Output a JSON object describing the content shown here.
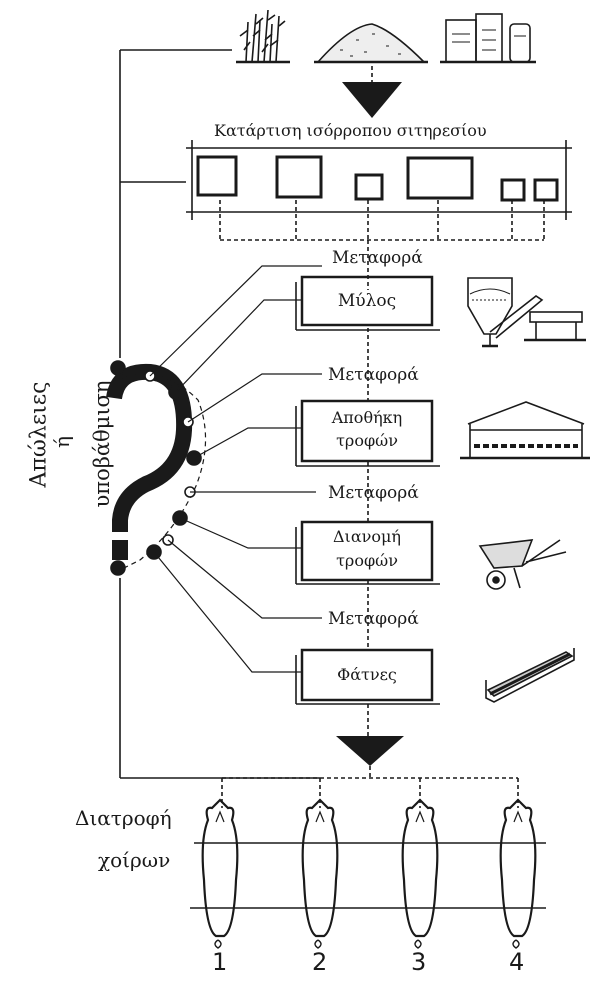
{
  "title": "Κατάρτιση ισόρροπου σιτηρεσίου",
  "left_label_line1": "Απώλειες",
  "left_label_line2": "ή",
  "left_label_line3": "υποβάθμιση",
  "transport_labels": [
    "Μεταφορά",
    "Μεταφορά",
    "Μεταφορά",
    "Μεταφορά"
  ],
  "stages": [
    {
      "line1": "Μύλος",
      "line2": ""
    },
    {
      "line1": "Αποθήκη",
      "line2": "τροφών"
    },
    {
      "line1": "Διανομή",
      "line2": "τροφών"
    },
    {
      "line1": "Φάτνες",
      "line2": ""
    }
  ],
  "bottom_label_line1": "Διατροφή",
  "bottom_label_line2": "χοίρων",
  "pig_numbers": [
    "1",
    "2",
    "3",
    "4"
  ],
  "icons": [
    "crops-icon",
    "grain-pile-icon",
    "feed-bags-icon",
    "mill-silo-icon",
    "barn-icon",
    "wheelbarrow-icon",
    "feeder-trough-icon",
    "pig-icon"
  ]
}
